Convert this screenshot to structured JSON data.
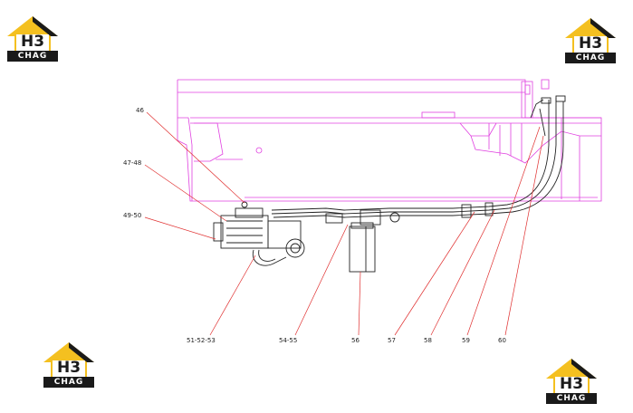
{
  "logo": {
    "mark": "H3",
    "text": "CHAG"
  },
  "callouts": [
    "46",
    "47-48",
    "49-50",
    "51-52-53",
    "54-55",
    "56",
    "57",
    "58",
    "59",
    "60"
  ],
  "colors": {
    "frame": "#e040e0",
    "leader": "#e03030",
    "line": "#222222",
    "logo_yellow": "#f4c020",
    "logo_dark": "#1a1a1a"
  }
}
